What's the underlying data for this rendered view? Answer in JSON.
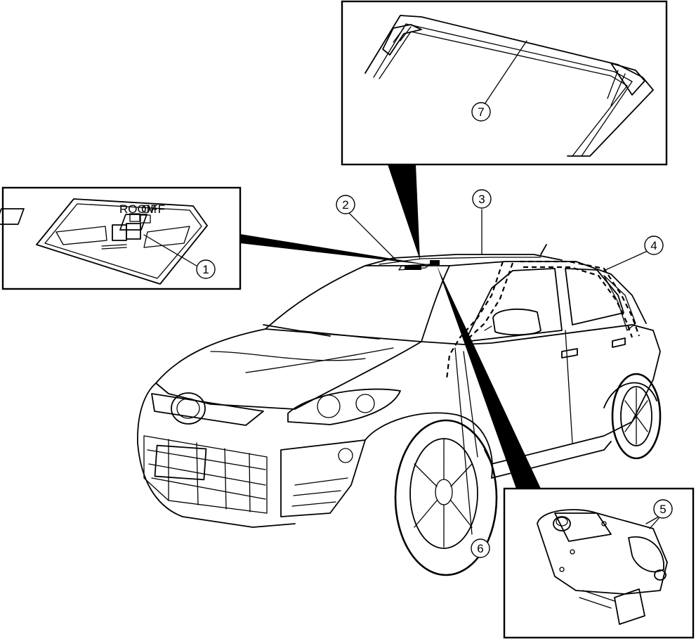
{
  "callouts": [
    {
      "id": "c1",
      "label": "1"
    },
    {
      "id": "c2",
      "label": "2"
    },
    {
      "id": "c3",
      "label": "3"
    },
    {
      "id": "c4",
      "label": "4"
    },
    {
      "id": "c5",
      "label": "5"
    },
    {
      "id": "c6",
      "label": "6"
    },
    {
      "id": "c7",
      "label": "7"
    }
  ],
  "console_panel": {
    "label_left": "ROOM",
    "label_right": "OFF"
  }
}
